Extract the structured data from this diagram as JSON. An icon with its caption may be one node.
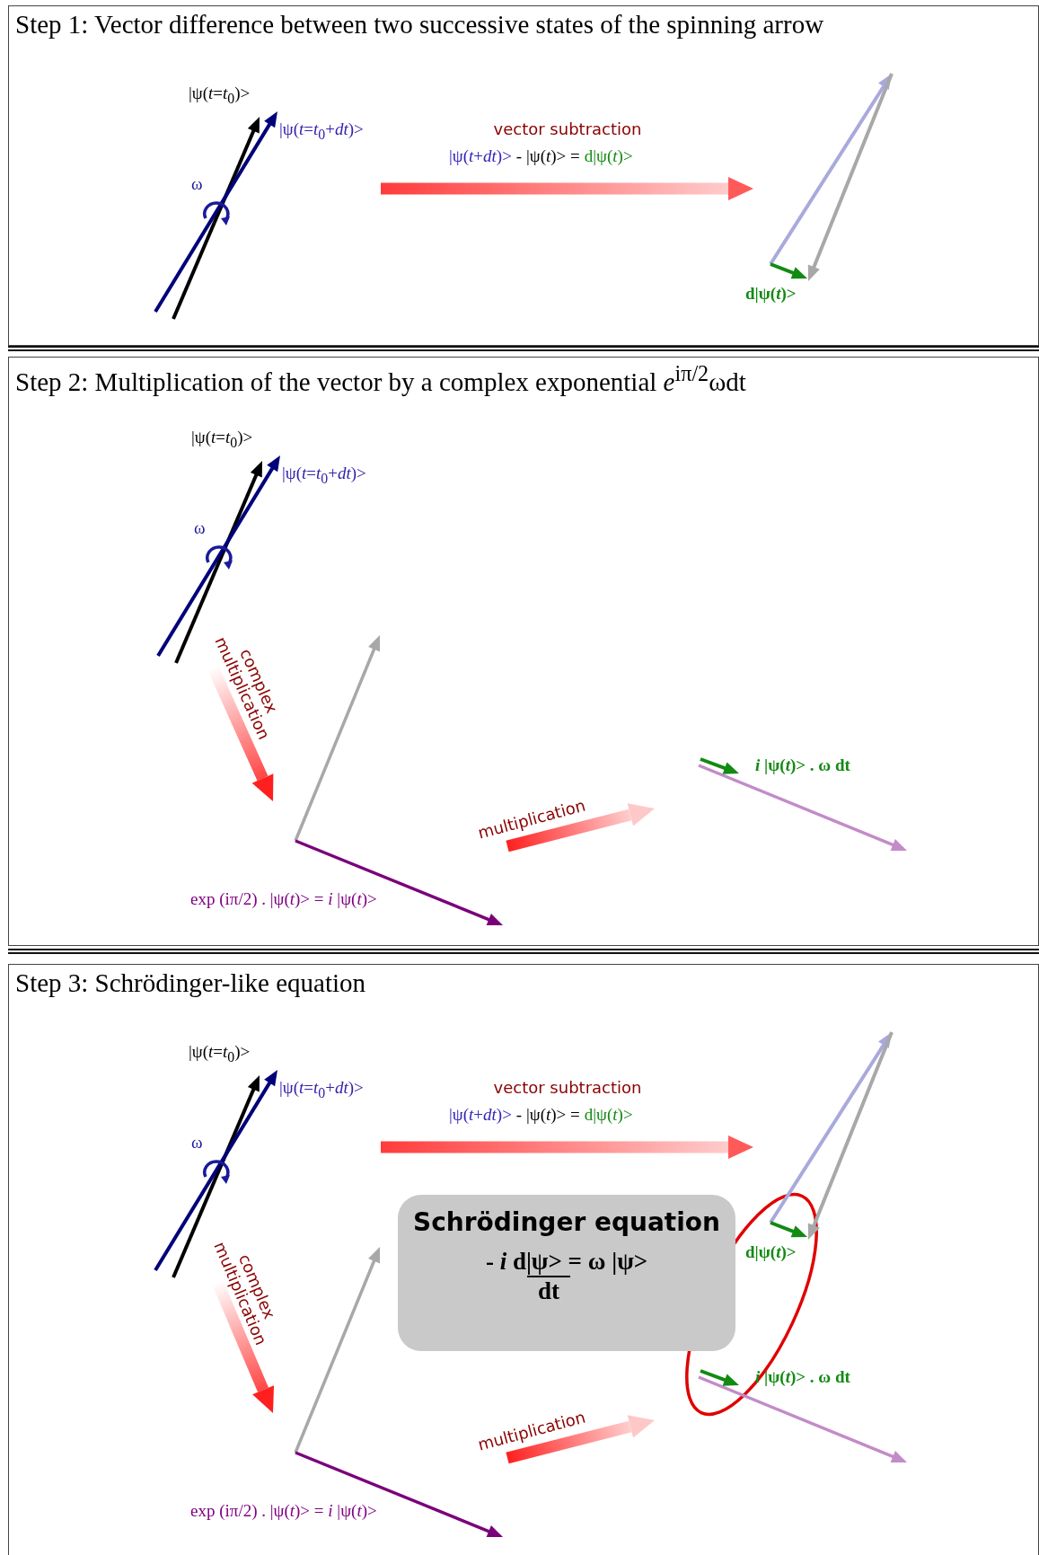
{
  "diagram": {
    "nodes": [
      {
        "text": [
          "Step 1: Vector difference between two successive states of the spinning arrow"
        ]
      },
      {
        "text": [],
        "shape": "picture",
        "in": 0,
        "beside": [
          "|ψ(*t*=*t*$_{0}$)>",
          "|ψ(*t*=*t*$_{0}$+*dt*)>"
        ]
      },
      {
        "text": [],
        "shape": "picture",
        "in": 0,
        "beside": [
          "d|ψ(*t*)>"
        ]
      },
      {
        "text": [
          "Step 2: Multiplication of the vector by a complex exponential *e*$^{iπ/2}$ωdt"
        ]
      },
      {
        "text": [],
        "shape": "picture",
        "in": 3,
        "beside": [
          "|ψ(*t*=*t*$_{0}$)>",
          "|ψ(*t*=*t*$_{0}$+*dt*)>"
        ]
      },
      {
        "text": [],
        "shape": "picture",
        "in": 3,
        "beside": [
          "exp (iπ/2) . |ψ(*t*)> = *i* |ψ(*t*)>"
        ]
      },
      {
        "text": [],
        "shape": "picture",
        "in": 3
      },
      {
        "text": [
          "Step 3: Schrödinger-like equation"
        ]
      },
      {
        "text": [],
        "shape": "picture",
        "in": 7,
        "beside": [
          "|ψ(*t*=*t*$_{0}$)>",
          "|ψ(*t*=*t*$_{0}$+*dt*)>"
        ]
      },
      {
        "text": [],
        "shape": "picture",
        "in": 7,
        "beside": [
          "d|ψ(*t*)>"
        ]
      },
      {
        "text": [
          "Schrödinger equation",
          "- *i* d|ψ> = ω |ψ>",
          "dt"
        ],
        "in": 7
      },
      {
        "text": [],
        "shape": "picture",
        "in": 7,
        "beside": [
          "exp (iπ/2) . |ψ(*t*)> = *i* |ψ(*t*)>"
        ]
      },
      {
        "text": [],
        "shape": "picture",
        "in": 7
      }
    ],
    "edges": [
      {
        "from": 1,
        "to": 2,
        "arrow": "to",
        "label": "vector subtraction"
      },
      {
        "from": 4,
        "to": 5,
        "arrow": "to",
        "label": "complex multiplication"
      },
      {
        "from": 5,
        "to": 6,
        "arrow": "to",
        "label": "multiplication"
      },
      {
        "from": 8,
        "to": 9,
        "arrow": "to",
        "label": "vector subtraction"
      },
      {
        "from": 8,
        "to": 11,
        "arrow": "to",
        "label": "complex multiplication"
      },
      {
        "from": 11,
        "to": 12,
        "arrow": "to",
        "label": "multiplication"
      }
    ],
    "labels": [
      "ω",
      "|ψ(*t*+*dt*)>",
      "- |ψ(*t*)> =",
      "d|ψ(*t*)>",
      "ω",
      "*i* |ψ(*t*)> . ω dt",
      "ω",
      "|ψ(*t*+*dt*)>",
      "- |ψ(*t*)> =",
      "d|ψ(*t*)>",
      "*i* |ψ(*t*)> . ω dt"
    ]
  }
}
